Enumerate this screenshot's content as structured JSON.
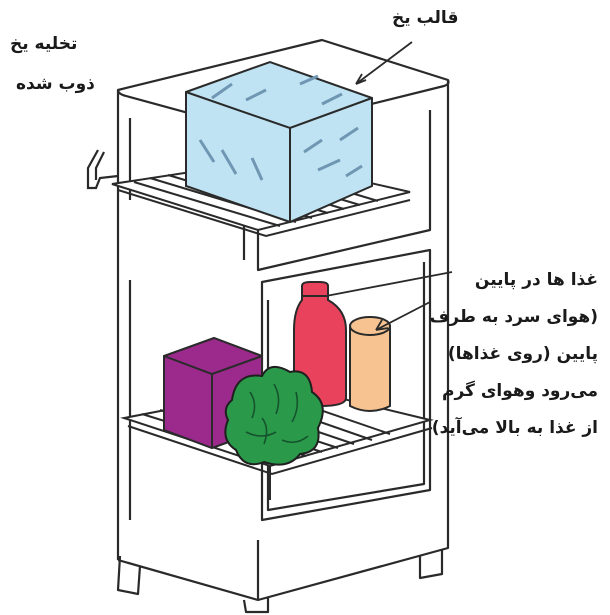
{
  "labels": {
    "ice_mold": "قالب یخ",
    "melted_ice_line1": "تخلیه یخ",
    "melted_ice_line2": "ذوب شده",
    "food_lines": [
      "غذا ها   در   پایین",
      "(هوای سرد به طرف",
      "پایین (روی غذاها)",
      "می‌رود وهوای گرم",
      "از غذا به بالا می‌آید)"
    ]
  },
  "colors": {
    "outline": "#2a2a2a",
    "ice_block": "#bfe3f2",
    "ice_streaks": "#6f97b3",
    "red_bottle": "#e8425c",
    "canister": "#f6c391",
    "purple_box": "#9b2a8c",
    "green_vegetable": "#2a9a4a"
  }
}
